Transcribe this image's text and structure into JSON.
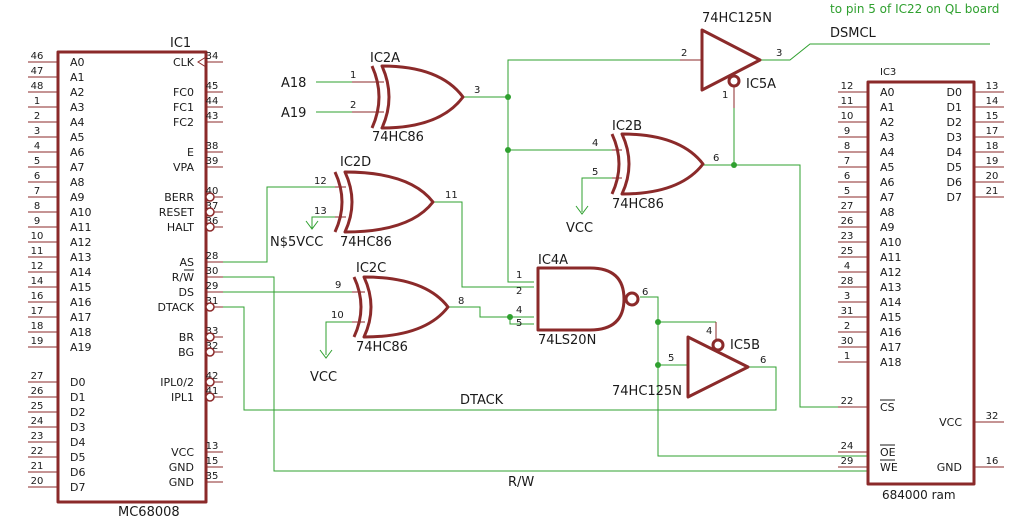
{
  "note": "to pin 5 of IC22 on QL board",
  "ic1": {
    "name": "IC1",
    "part": "MC68008",
    "left_pins": [
      {
        "num": "46",
        "label": "A0"
      },
      {
        "num": "47",
        "label": "A1"
      },
      {
        "num": "48",
        "label": "A2"
      },
      {
        "num": "1",
        "label": "A3"
      },
      {
        "num": "2",
        "label": "A4"
      },
      {
        "num": "3",
        "label": "A5"
      },
      {
        "num": "4",
        "label": "A6"
      },
      {
        "num": "5",
        "label": "A7"
      },
      {
        "num": "6",
        "label": "A8"
      },
      {
        "num": "7",
        "label": "A9"
      },
      {
        "num": "8",
        "label": "A10"
      },
      {
        "num": "9",
        "label": "A11"
      },
      {
        "num": "10",
        "label": "A12"
      },
      {
        "num": "11",
        "label": "A13"
      },
      {
        "num": "12",
        "label": "A14"
      },
      {
        "num": "14",
        "label": "A15"
      },
      {
        "num": "16",
        "label": "A16"
      },
      {
        "num": "17",
        "label": "A17"
      },
      {
        "num": "18",
        "label": "A18"
      },
      {
        "num": "19",
        "label": "A19"
      },
      {
        "num": "27",
        "label": "D0"
      },
      {
        "num": "26",
        "label": "D1"
      },
      {
        "num": "25",
        "label": "D2"
      },
      {
        "num": "24",
        "label": "D3"
      },
      {
        "num": "23",
        "label": "D4"
      },
      {
        "num": "22",
        "label": "D5"
      },
      {
        "num": "21",
        "label": "D6"
      },
      {
        "num": "20",
        "label": "D7"
      }
    ],
    "right_pins": [
      {
        "num": "34",
        "label": "CLK"
      },
      {
        "num": "45",
        "label": "FC0"
      },
      {
        "num": "44",
        "label": "FC1"
      },
      {
        "num": "43",
        "label": "FC2"
      },
      {
        "num": "38",
        "label": "E"
      },
      {
        "num": "39",
        "label": "VPA"
      },
      {
        "num": "40",
        "label": "BERR"
      },
      {
        "num": "37",
        "label": "RESET"
      },
      {
        "num": "36",
        "label": "HALT"
      },
      {
        "num": "28",
        "label": "AS"
      },
      {
        "num": "30",
        "label": "R/W"
      },
      {
        "num": "29",
        "label": "DS"
      },
      {
        "num": "31",
        "label": "DTACK"
      },
      {
        "num": "33",
        "label": "BR"
      },
      {
        "num": "32",
        "label": "BG"
      },
      {
        "num": "42",
        "label": "IPL0/2"
      },
      {
        "num": "41",
        "label": "IPL1"
      },
      {
        "num": "13",
        "label": "VCC"
      },
      {
        "num": "15",
        "label": "GND"
      },
      {
        "num": "35",
        "label": "GND"
      }
    ]
  },
  "ic3": {
    "name": "IC3",
    "part": "684000 ram",
    "left_pins": [
      {
        "num": "12",
        "label": "A0"
      },
      {
        "num": "11",
        "label": "A1"
      },
      {
        "num": "10",
        "label": "A2"
      },
      {
        "num": "9",
        "label": "A3"
      },
      {
        "num": "8",
        "label": "A4"
      },
      {
        "num": "7",
        "label": "A5"
      },
      {
        "num": "6",
        "label": "A6"
      },
      {
        "num": "5",
        "label": "A7"
      },
      {
        "num": "27",
        "label": "A8"
      },
      {
        "num": "26",
        "label": "A9"
      },
      {
        "num": "23",
        "label": "A10"
      },
      {
        "num": "25",
        "label": "A11"
      },
      {
        "num": "4",
        "label": "A12"
      },
      {
        "num": "28",
        "label": "A13"
      },
      {
        "num": "3",
        "label": "A14"
      },
      {
        "num": "31",
        "label": "A15"
      },
      {
        "num": "2",
        "label": "A16"
      },
      {
        "num": "30",
        "label": "A17"
      },
      {
        "num": "1",
        "label": "A18"
      },
      {
        "num": "22",
        "label": "CS"
      },
      {
        "num": "24",
        "label": "OE"
      },
      {
        "num": "29",
        "label": "WE"
      }
    ],
    "right_pins": [
      {
        "num": "13",
        "label": "D0"
      },
      {
        "num": "14",
        "label": "D1"
      },
      {
        "num": "15",
        "label": "D2"
      },
      {
        "num": "17",
        "label": "D3"
      },
      {
        "num": "18",
        "label": "D4"
      },
      {
        "num": "19",
        "label": "D5"
      },
      {
        "num": "20",
        "label": "D6"
      },
      {
        "num": "21",
        "label": "D7"
      },
      {
        "num": "32",
        "label": "VCC"
      },
      {
        "num": "16",
        "label": "GND"
      }
    ]
  },
  "gates": {
    "ic2a": {
      "name": "IC2A",
      "part": "74HC86",
      "pins": [
        "1",
        "2",
        "3"
      ]
    },
    "ic2b": {
      "name": "IC2B",
      "part": "74HC86",
      "pins": [
        "4",
        "5",
        "6"
      ]
    },
    "ic2c": {
      "name": "IC2C",
      "part": "74HC86",
      "pins": [
        "9",
        "10",
        "8"
      ]
    },
    "ic2d": {
      "name": "IC2D",
      "part": "74HC86",
      "pins": [
        "12",
        "13",
        "11"
      ]
    },
    "ic4a": {
      "name": "IC4A",
      "part": "74LS20N",
      "pins": [
        "1",
        "2",
        "4",
        "5",
        "6"
      ]
    },
    "ic5a": {
      "name": "IC5A",
      "part": "74HC125N",
      "pins": [
        "2",
        "3",
        "1"
      ]
    },
    "ic5b": {
      "name": "IC5B",
      "part": "74HC125N",
      "pins": [
        "5",
        "6",
        "4"
      ]
    }
  },
  "nets": {
    "a18": "A18",
    "a19": "A19",
    "dsmcl": "DSMCL",
    "dtack": "DTACK",
    "rw": "R/W",
    "vcc_b": "VCC",
    "vcc_c": "VCC",
    "vcc_d": "N$5VCC"
  }
}
